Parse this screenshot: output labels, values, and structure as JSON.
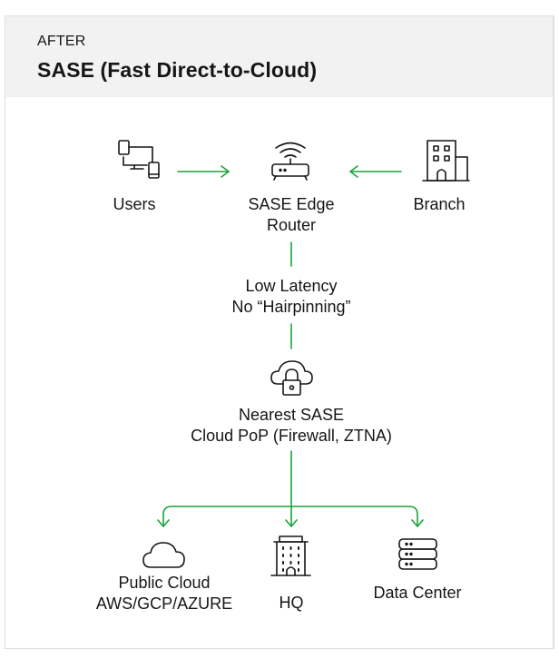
{
  "header": {
    "eyebrow": "AFTER",
    "title": "SASE (Fast Direct-to-Cloud)"
  },
  "colors": {
    "accent": "#1aa33a",
    "header_bg": "#f2f2f2",
    "border": "#e0e0e0",
    "text": "#161616"
  },
  "nodes": {
    "users": {
      "label": "Users",
      "icon": "devices-icon"
    },
    "router": {
      "label_line1": "SASE Edge",
      "label_line2": "Router",
      "icon": "wifi-router-icon"
    },
    "branch": {
      "label": "Branch",
      "icon": "building-icon"
    },
    "link": {
      "line1": "Low Latency",
      "line2": "No “Hairpinning”"
    },
    "pop": {
      "label_line1": "Nearest SASE",
      "label_line2": "Cloud PoP (Firewall, ZTNA)",
      "icon": "cloud-lock-icon"
    },
    "public_cloud": {
      "label_line1": "Public Cloud",
      "label_line2": "AWS/GCP/AZURE",
      "icon": "cloud-icon"
    },
    "hq": {
      "label": "HQ",
      "icon": "office-tower-icon"
    },
    "data_center": {
      "label": "Data Center",
      "icon": "server-stack-icon"
    }
  }
}
